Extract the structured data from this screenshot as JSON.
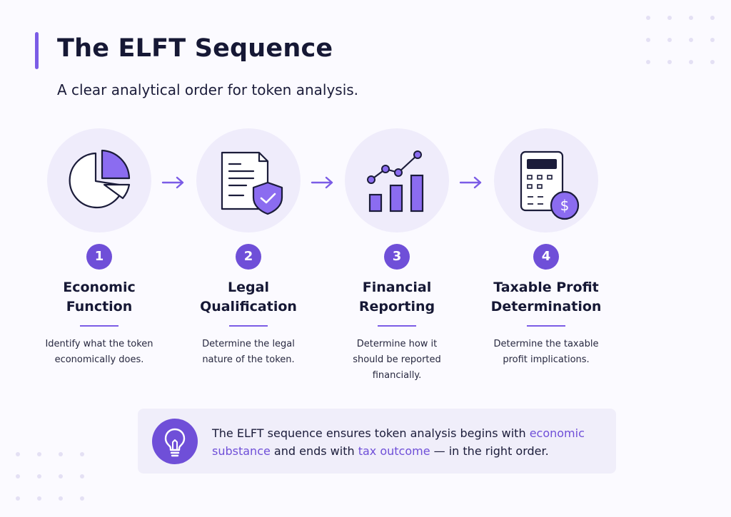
{
  "header": {
    "title": "The ELFT Sequence",
    "subtitle": "A clear analytical order for token analysis."
  },
  "steps": [
    {
      "number": "1",
      "title_lines": [
        "Economic",
        "Function"
      ],
      "desc_lines": [
        "Identify what the token",
        "economically does."
      ],
      "icon": "pie-chart-icon"
    },
    {
      "number": "2",
      "title_lines": [
        "Legal",
        "Qualification"
      ],
      "desc_lines": [
        "Determine the legal",
        "nature of the token."
      ],
      "icon": "document-shield-icon"
    },
    {
      "number": "3",
      "title_lines": [
        "Financial",
        "Reporting"
      ],
      "desc_lines": [
        "Determine how it",
        "should be reported",
        "financially."
      ],
      "icon": "bar-line-chart-icon"
    },
    {
      "number": "4",
      "title_lines": [
        "Taxable Profit",
        "Determination"
      ],
      "desc_lines": [
        "Determine the taxable",
        "profit implications."
      ],
      "icon": "calculator-dollar-icon"
    }
  ],
  "callout": {
    "icon": "lightbulb-icon",
    "text_1": "The ELFT sequence ensures token analysis begins with ",
    "highlight_1": "economic substance",
    "text_2": " and ends with ",
    "highlight_2": "tax outcome",
    "text_3": " — in the right order."
  },
  "colors": {
    "accent": "#6f4fd8",
    "accent_light": "#8b6cf0",
    "circle_bg": "#efecfb",
    "background": "#fbfaff",
    "text_dark": "#161835"
  }
}
